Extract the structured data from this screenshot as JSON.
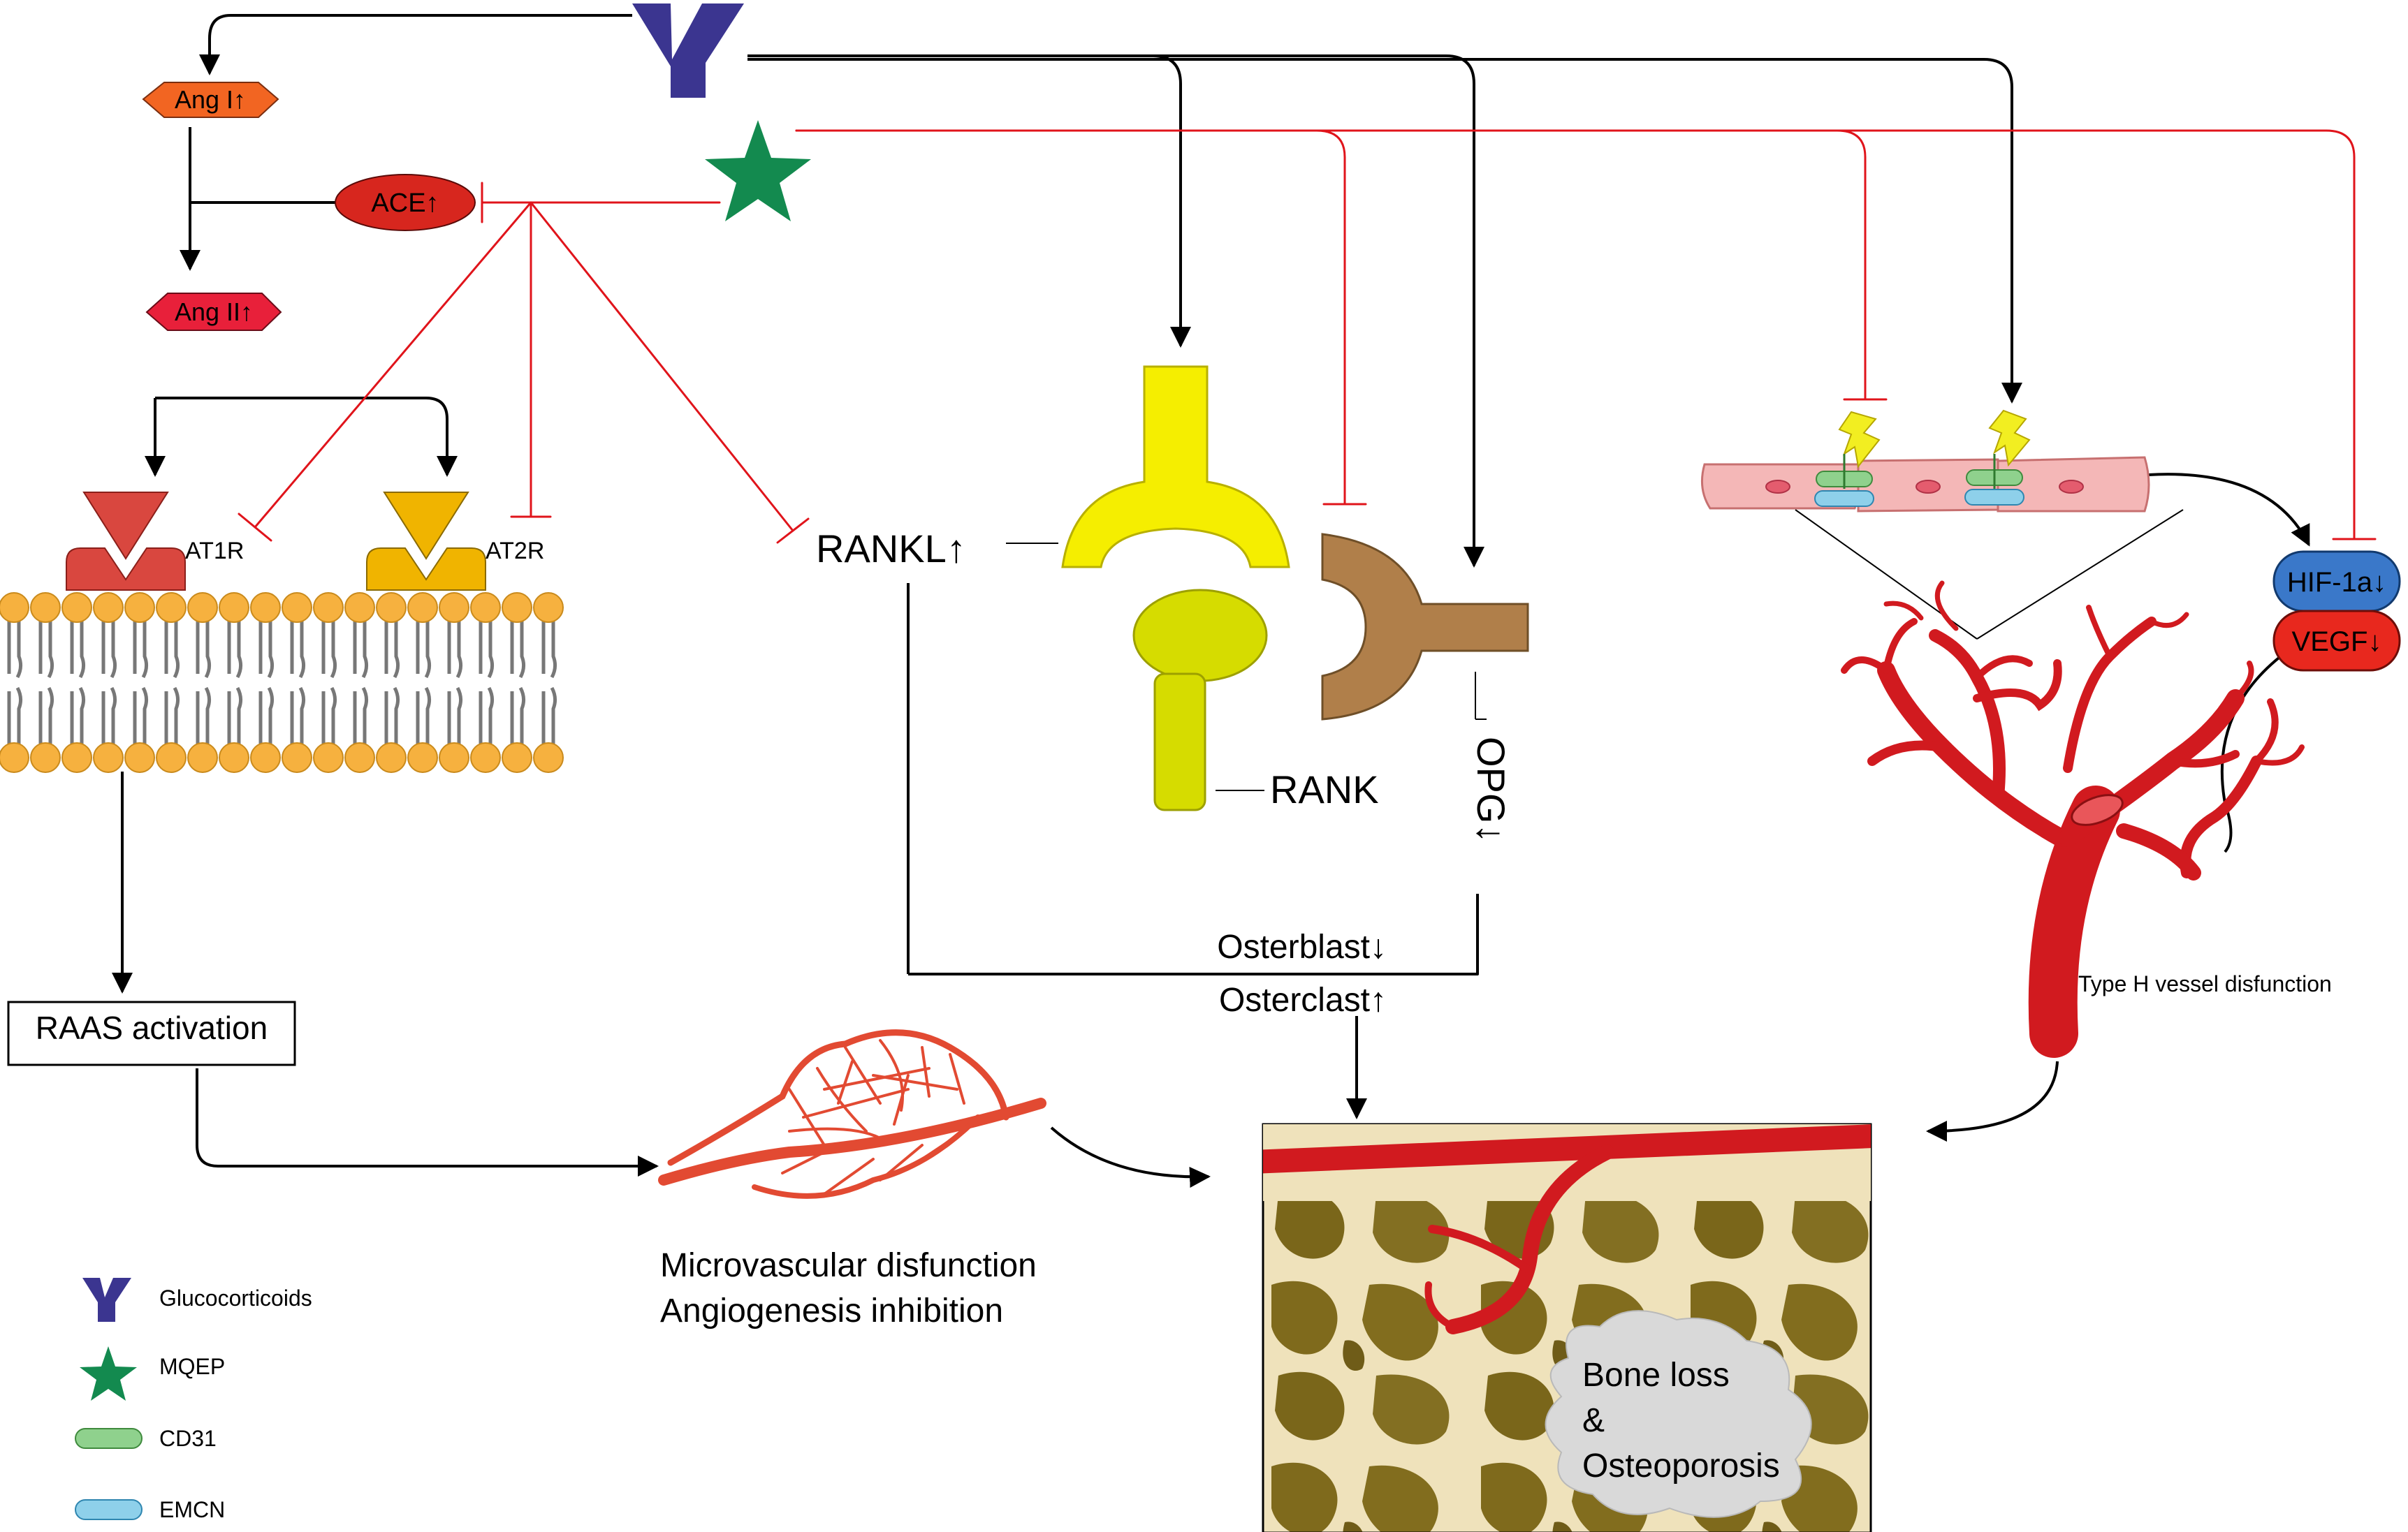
{
  "nodes": {
    "ang1": "Ang I↑",
    "ace": "ACE↑",
    "ang2": "Ang II↑",
    "at1r": "AT1R",
    "at2r": "AT2R",
    "rankl": "RANKL↑",
    "rank": "RANK",
    "opg": "OPG↓",
    "osteoblast": "Osterblast↓",
    "osteoclast": "Osterclast↑",
    "raas": "RAAS activation",
    "hif": "HIF-1a↓",
    "vegf": "VEGF↓",
    "type_h": "Type H vessel disfunction",
    "micro_line1": "Microvascular disfunction",
    "micro_line2": "Angiogenesis inhibition",
    "bone_line1": "Bone loss",
    "bone_line2": "&",
    "bone_line3": "Osteoporosis"
  },
  "legend": [
    {
      "label": "Glucocorticoids",
      "icon": "glucocorticoid-receptor-icon"
    },
    {
      "label": "MQEP",
      "icon": "star-icon"
    },
    {
      "label": "CD31",
      "icon": "cd31-marker-icon"
    },
    {
      "label": "EMCN",
      "icon": "emcn-marker-icon"
    }
  ],
  "colors": {
    "activation_arrow": "#000000",
    "inhibition_line": "#e0141b",
    "glucocorticoid": "#3b3590",
    "mqep": "#138a4f",
    "ang1": "#f26522",
    "ace": "#d7261e",
    "ang2": "#e8203a",
    "at1r": "#d9473f",
    "at2r": "#f0b400",
    "rankl": "#f5ee00",
    "rank": "#d6dc00",
    "opg": "#b07f4a",
    "hif": "#3a78c9",
    "vegf": "#e8281e",
    "vessel": "#d11a1f",
    "membrane_head": "#f6b13f",
    "bone": "#efe2bb",
    "bone_pore": "#7f6a1c"
  }
}
